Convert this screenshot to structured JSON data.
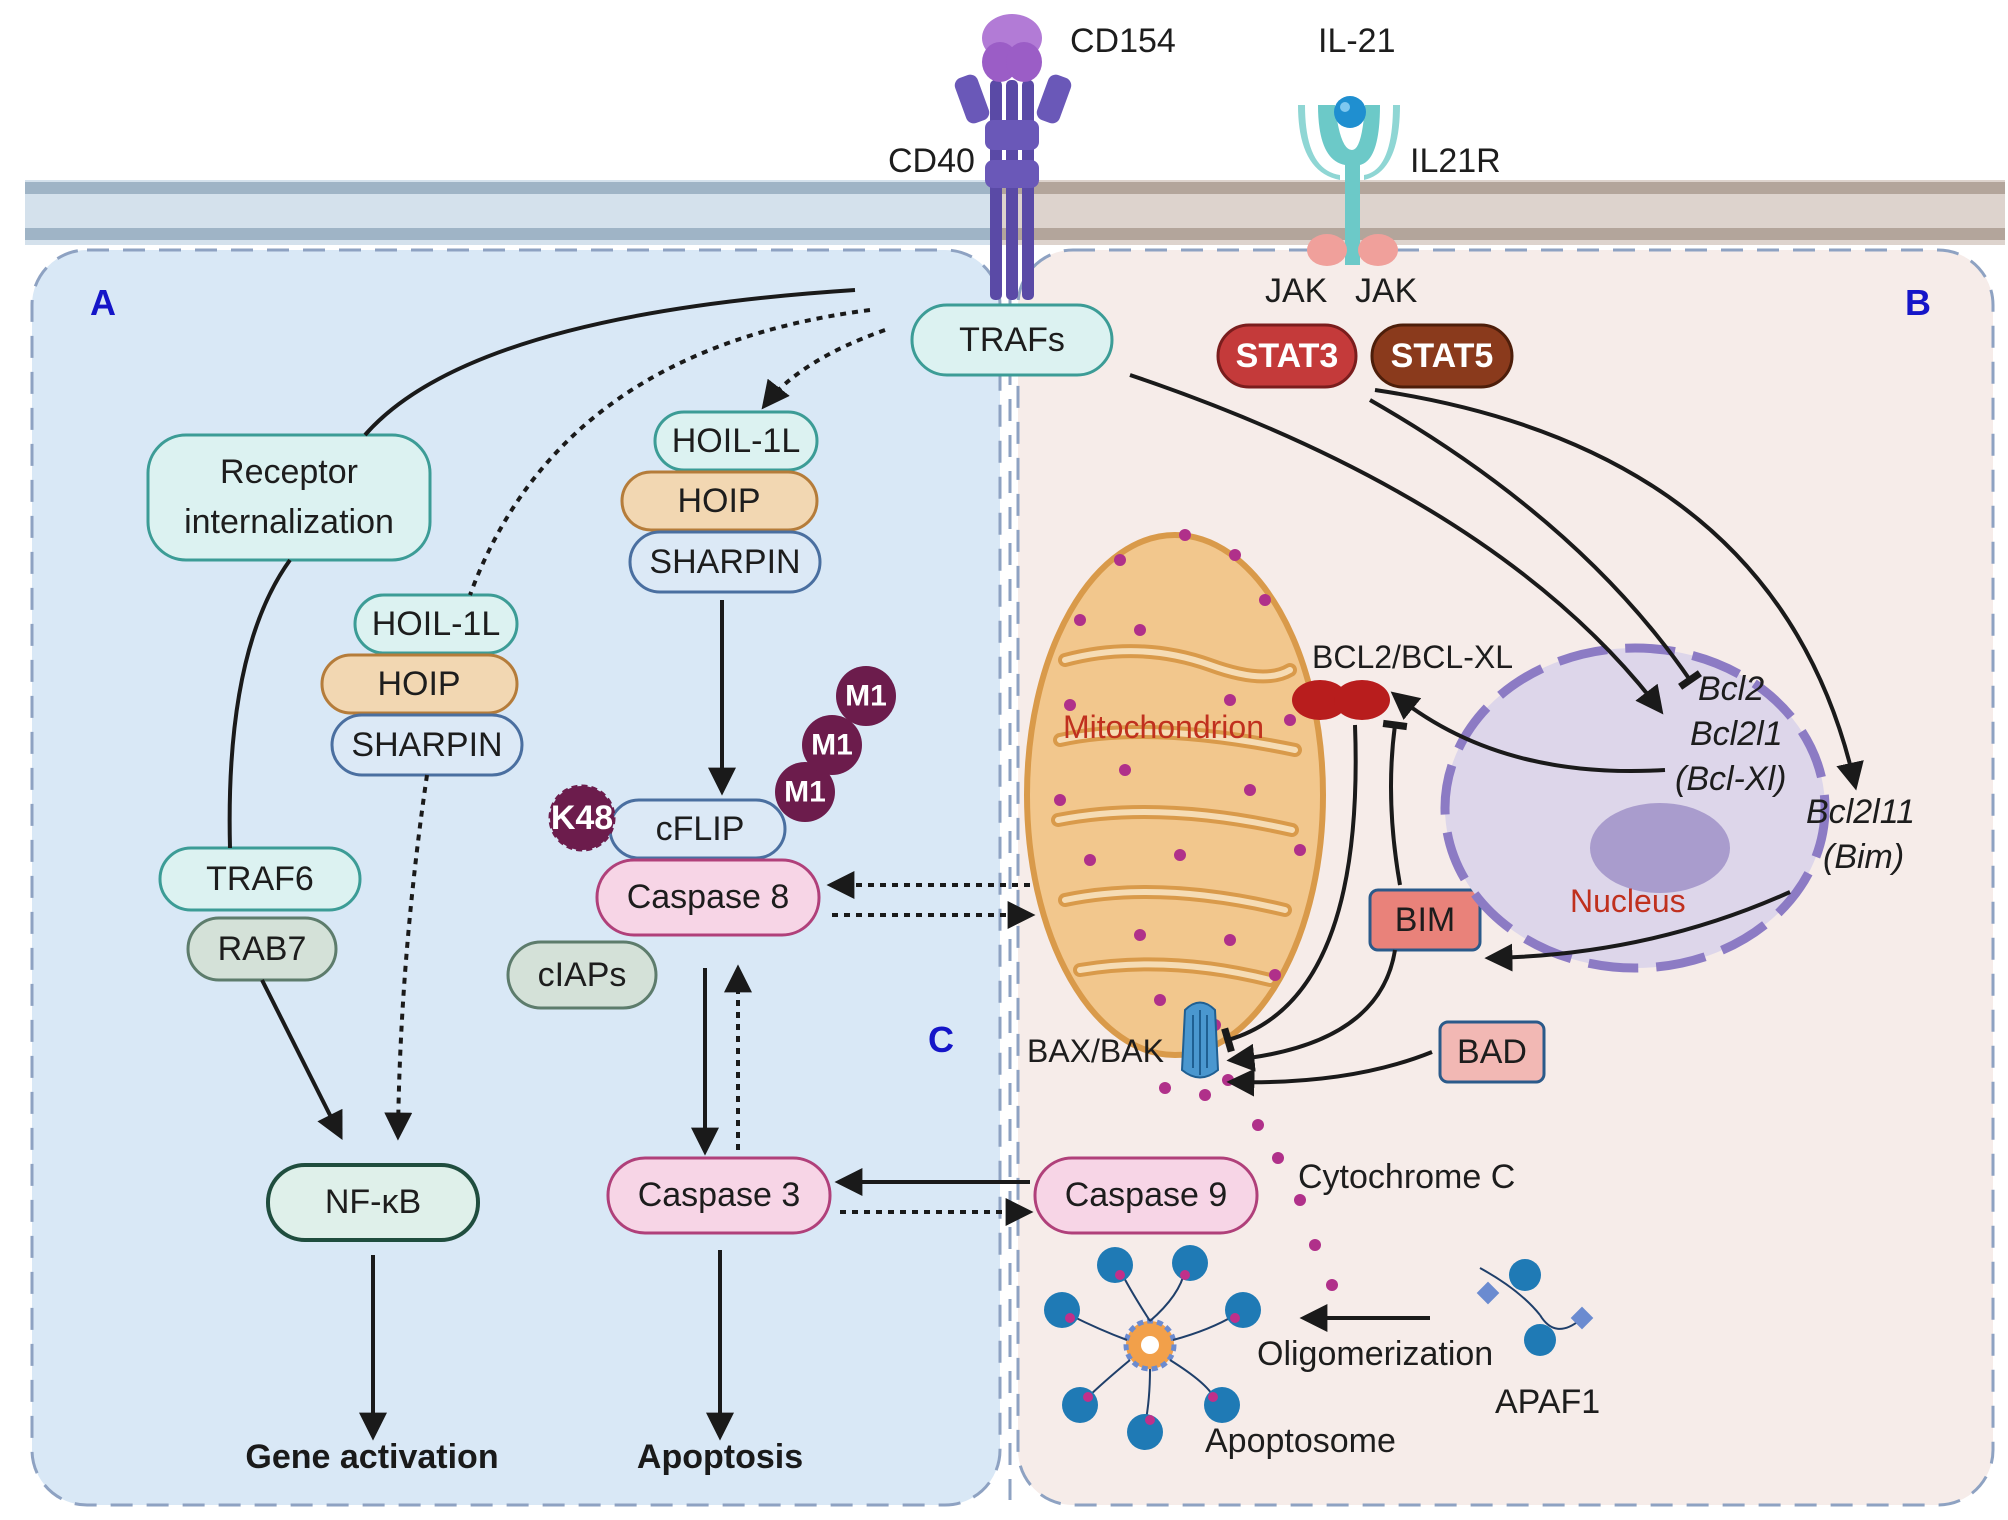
{
  "panels": {
    "a": "A",
    "b": "B",
    "c": "C"
  },
  "receptors": {
    "cd154": "CD154",
    "cd40": "CD40",
    "il21": "IL-21",
    "il21r": "IL21R",
    "jak_left": "JAK",
    "jak_right": "JAK"
  },
  "proteins": {
    "trafs": "TRAFs",
    "receptor_line1": "Receptor",
    "receptor_line2": "internalization",
    "lubac_upper": {
      "hoil": "HOIL-1L",
      "hoip": "HOIP",
      "sharpin": "SHARPIN"
    },
    "lubac_lower": {
      "hoil": "HOIL-1L",
      "hoip": "HOIP",
      "sharpin": "SHARPIN"
    },
    "traf6": "TRAF6",
    "rab7": "RAB7",
    "nfkb": "NF-κB",
    "k48": "K48",
    "cflip": "cFLIP",
    "m1_a": "M1",
    "m1_b": "M1",
    "m1_c": "M1",
    "caspase8": "Caspase 8",
    "ciaps": "cIAPs",
    "caspase3": "Caspase 3",
    "caspase9": "Caspase 9",
    "stat3": "STAT3",
    "stat5": "STAT5",
    "bim": "BIM",
    "bad": "BAD",
    "bcl2_bclxl": "BCL2/BCL-XL",
    "bax_bak": "BAX/BAK"
  },
  "organelles": {
    "mitochondrion": "Mitochondrion",
    "nucleus": "Nucleus",
    "cytochrome_c": "Cytochrome C",
    "oligomerization": "Oligomerization",
    "apaf1": "APAF1",
    "apoptosome": "Apoptosome"
  },
  "genes": {
    "bcl2": "Bcl2",
    "bcl2l1": "Bcl2l1",
    "bclxl": "(Bcl-Xl)",
    "bcl2l11": "Bcl2l11",
    "bim": "(Bim)"
  },
  "outcomes": {
    "gene_activation": "Gene activation",
    "apoptosis": "Apoptosis"
  },
  "colors": {
    "panel_a_bg": "#d9e8f6",
    "panel_b_bg": "#f6ece9",
    "membrane": "#aebfce",
    "panel_label": "#1515c8",
    "mito_fill": "#f2c78d",
    "mito_stroke": "#d99a4a",
    "nucleus_fill": "#ddd6ea",
    "nucleus_stroke": "#8c7bc4",
    "caspase_fill": "#f7d5e6",
    "caspase_stroke": "#b0407a",
    "stat3": "#c43a3a",
    "stat5": "#8a3a1c",
    "m1": "#6c1c4c"
  }
}
